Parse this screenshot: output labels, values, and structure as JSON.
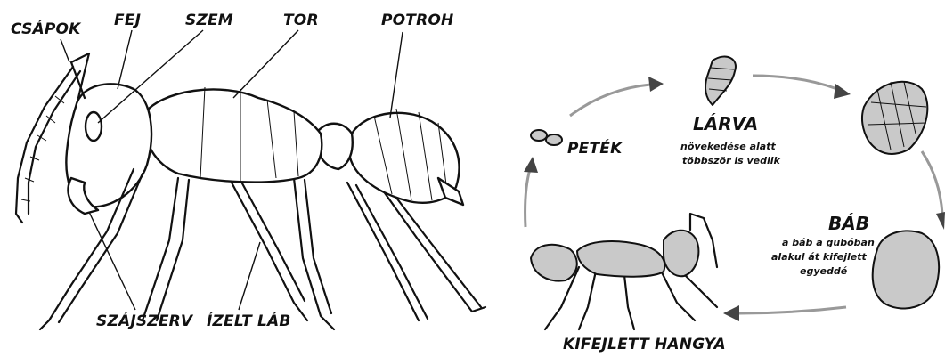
{
  "anatomy": {
    "labels": {
      "antennae": "CSÁPOK",
      "head": "FEJ",
      "eye": "SZEM",
      "thorax": "TOR",
      "abdomen": "POTROH",
      "mouthparts": "SZÁJSZERV",
      "leg": "ÍZELT LÁB"
    }
  },
  "lifecycle": {
    "eggs": {
      "title": "PETÉK"
    },
    "larva": {
      "title": "LÁRVA",
      "desc_line1": "növekedése alatt",
      "desc_line2": "többször is vedlik"
    },
    "pupa": {
      "title": "BÁB",
      "desc_line1": "a báb a gubóban",
      "desc_line2": "alakul át kifejlett",
      "desc_line3": "egyeddé"
    },
    "adult": {
      "title": "KIFEJLETT HANGYA"
    }
  },
  "colors": {
    "ink": "#111111",
    "pupa_fill": "#c9c9c9",
    "arrow": "#999999"
  }
}
